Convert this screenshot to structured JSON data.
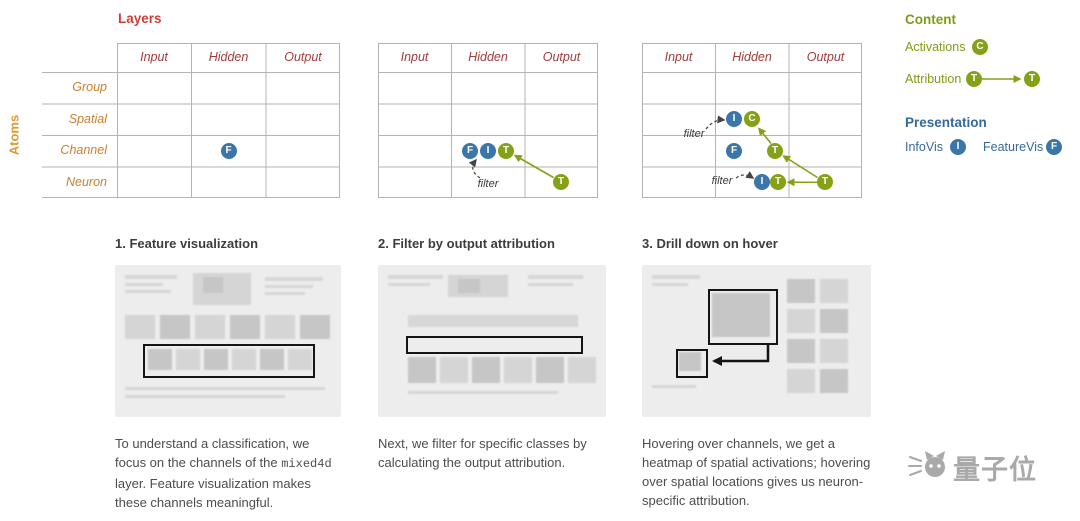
{
  "figure": {
    "layers_label": "Layers",
    "atoms_label": "Atoms",
    "filter_label": "filter",
    "grid": {
      "columns": [
        "Input",
        "Hidden",
        "Output"
      ],
      "rows": [
        "Group",
        "Spatial",
        "Channel",
        "Neuron"
      ]
    },
    "badges": {
      "featurevis": "F",
      "infovis": "I",
      "activations": "C",
      "attribution": "T"
    }
  },
  "legend": {
    "content_heading": "Content",
    "activations_label": "Activations",
    "attribution_label": "Attribution",
    "presentation_heading": "Presentation",
    "infovis_label": "InfoVis",
    "featurevis_label": "FeatureVis"
  },
  "panels": [
    {
      "caption": "1. Feature visualization",
      "body_before": "To understand a classification, we focus on the channels of the ",
      "code": "mixed4d",
      "body_after": " layer. Feature visualization makes these channels meaningful."
    },
    {
      "caption": "2. Filter by output attribution",
      "body_before": "Next, we filter for specific classes by calculating the output attribution.",
      "code": "",
      "body_after": ""
    },
    {
      "caption": "3. Drill down on hover",
      "body_before": "Hovering over channels, we get a heatmap of spatial activations; hovering over spatial locations gives us neuron-specific attribution.",
      "code": "",
      "body_after": ""
    }
  ],
  "watermark": {
    "text": "量子位"
  },
  "colors": {
    "layers_red": "#cf3f3a",
    "atoms_orange": "#e1992f",
    "row_label_orange": "#c9802f",
    "column_label_red": "#a03c3c",
    "content_green": "#84a117",
    "presentation_blue": "#3b76a8",
    "grid_line_gray": "#b3b3b3"
  }
}
